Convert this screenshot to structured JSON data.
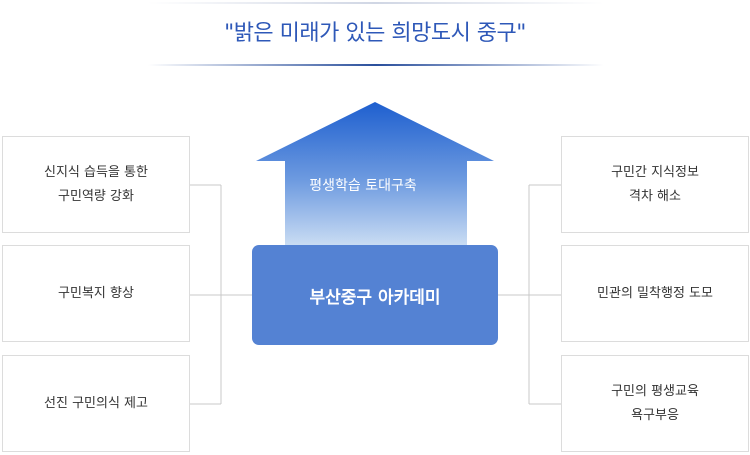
{
  "header": {
    "title": "\"밝은 미래가 있는 희망도시 중구\""
  },
  "center": {
    "label": "부산중구 아카데미",
    "arrow_label": "평생학습 토대구축"
  },
  "left_boxes": [
    {
      "text": "신지식 습득을 통한\n구민역량 강화"
    },
    {
      "text": "구민복지 향상"
    },
    {
      "text": "선진 구민의식 제고"
    }
  ],
  "right_boxes": [
    {
      "text": "구민간 지식정보\n격차 해소"
    },
    {
      "text": "민관의 밀착행정 도모"
    },
    {
      "text": "구민의 평생교육\n욕구부응"
    }
  ],
  "colors": {
    "title": "#2e58b8",
    "center_box": "#5482d3",
    "arrow_top": "#1e5fcf",
    "arrow_bottom": "#c9dcf3",
    "border": "#dcdcdc",
    "connector": "#c8c8c8"
  }
}
